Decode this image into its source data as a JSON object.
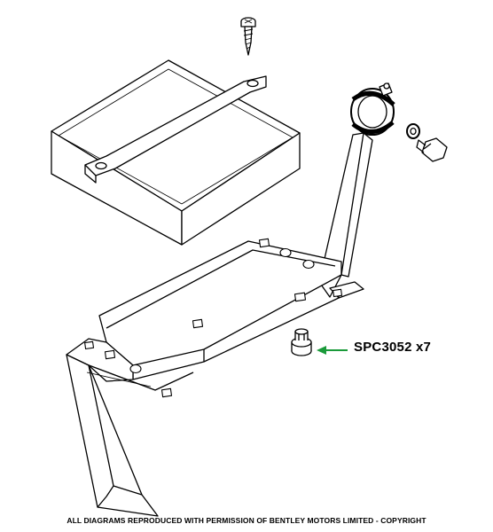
{
  "part_callout": {
    "part_number": "SPC3052",
    "quantity": "x7",
    "arrow_color": "#1a9a3a"
  },
  "footer": {
    "copyright": "ALL DIAGRAMS REPRODUCED WITH PERMISSION OF BENTLEY MOTORS LIMITED - COPYRIGHT"
  }
}
